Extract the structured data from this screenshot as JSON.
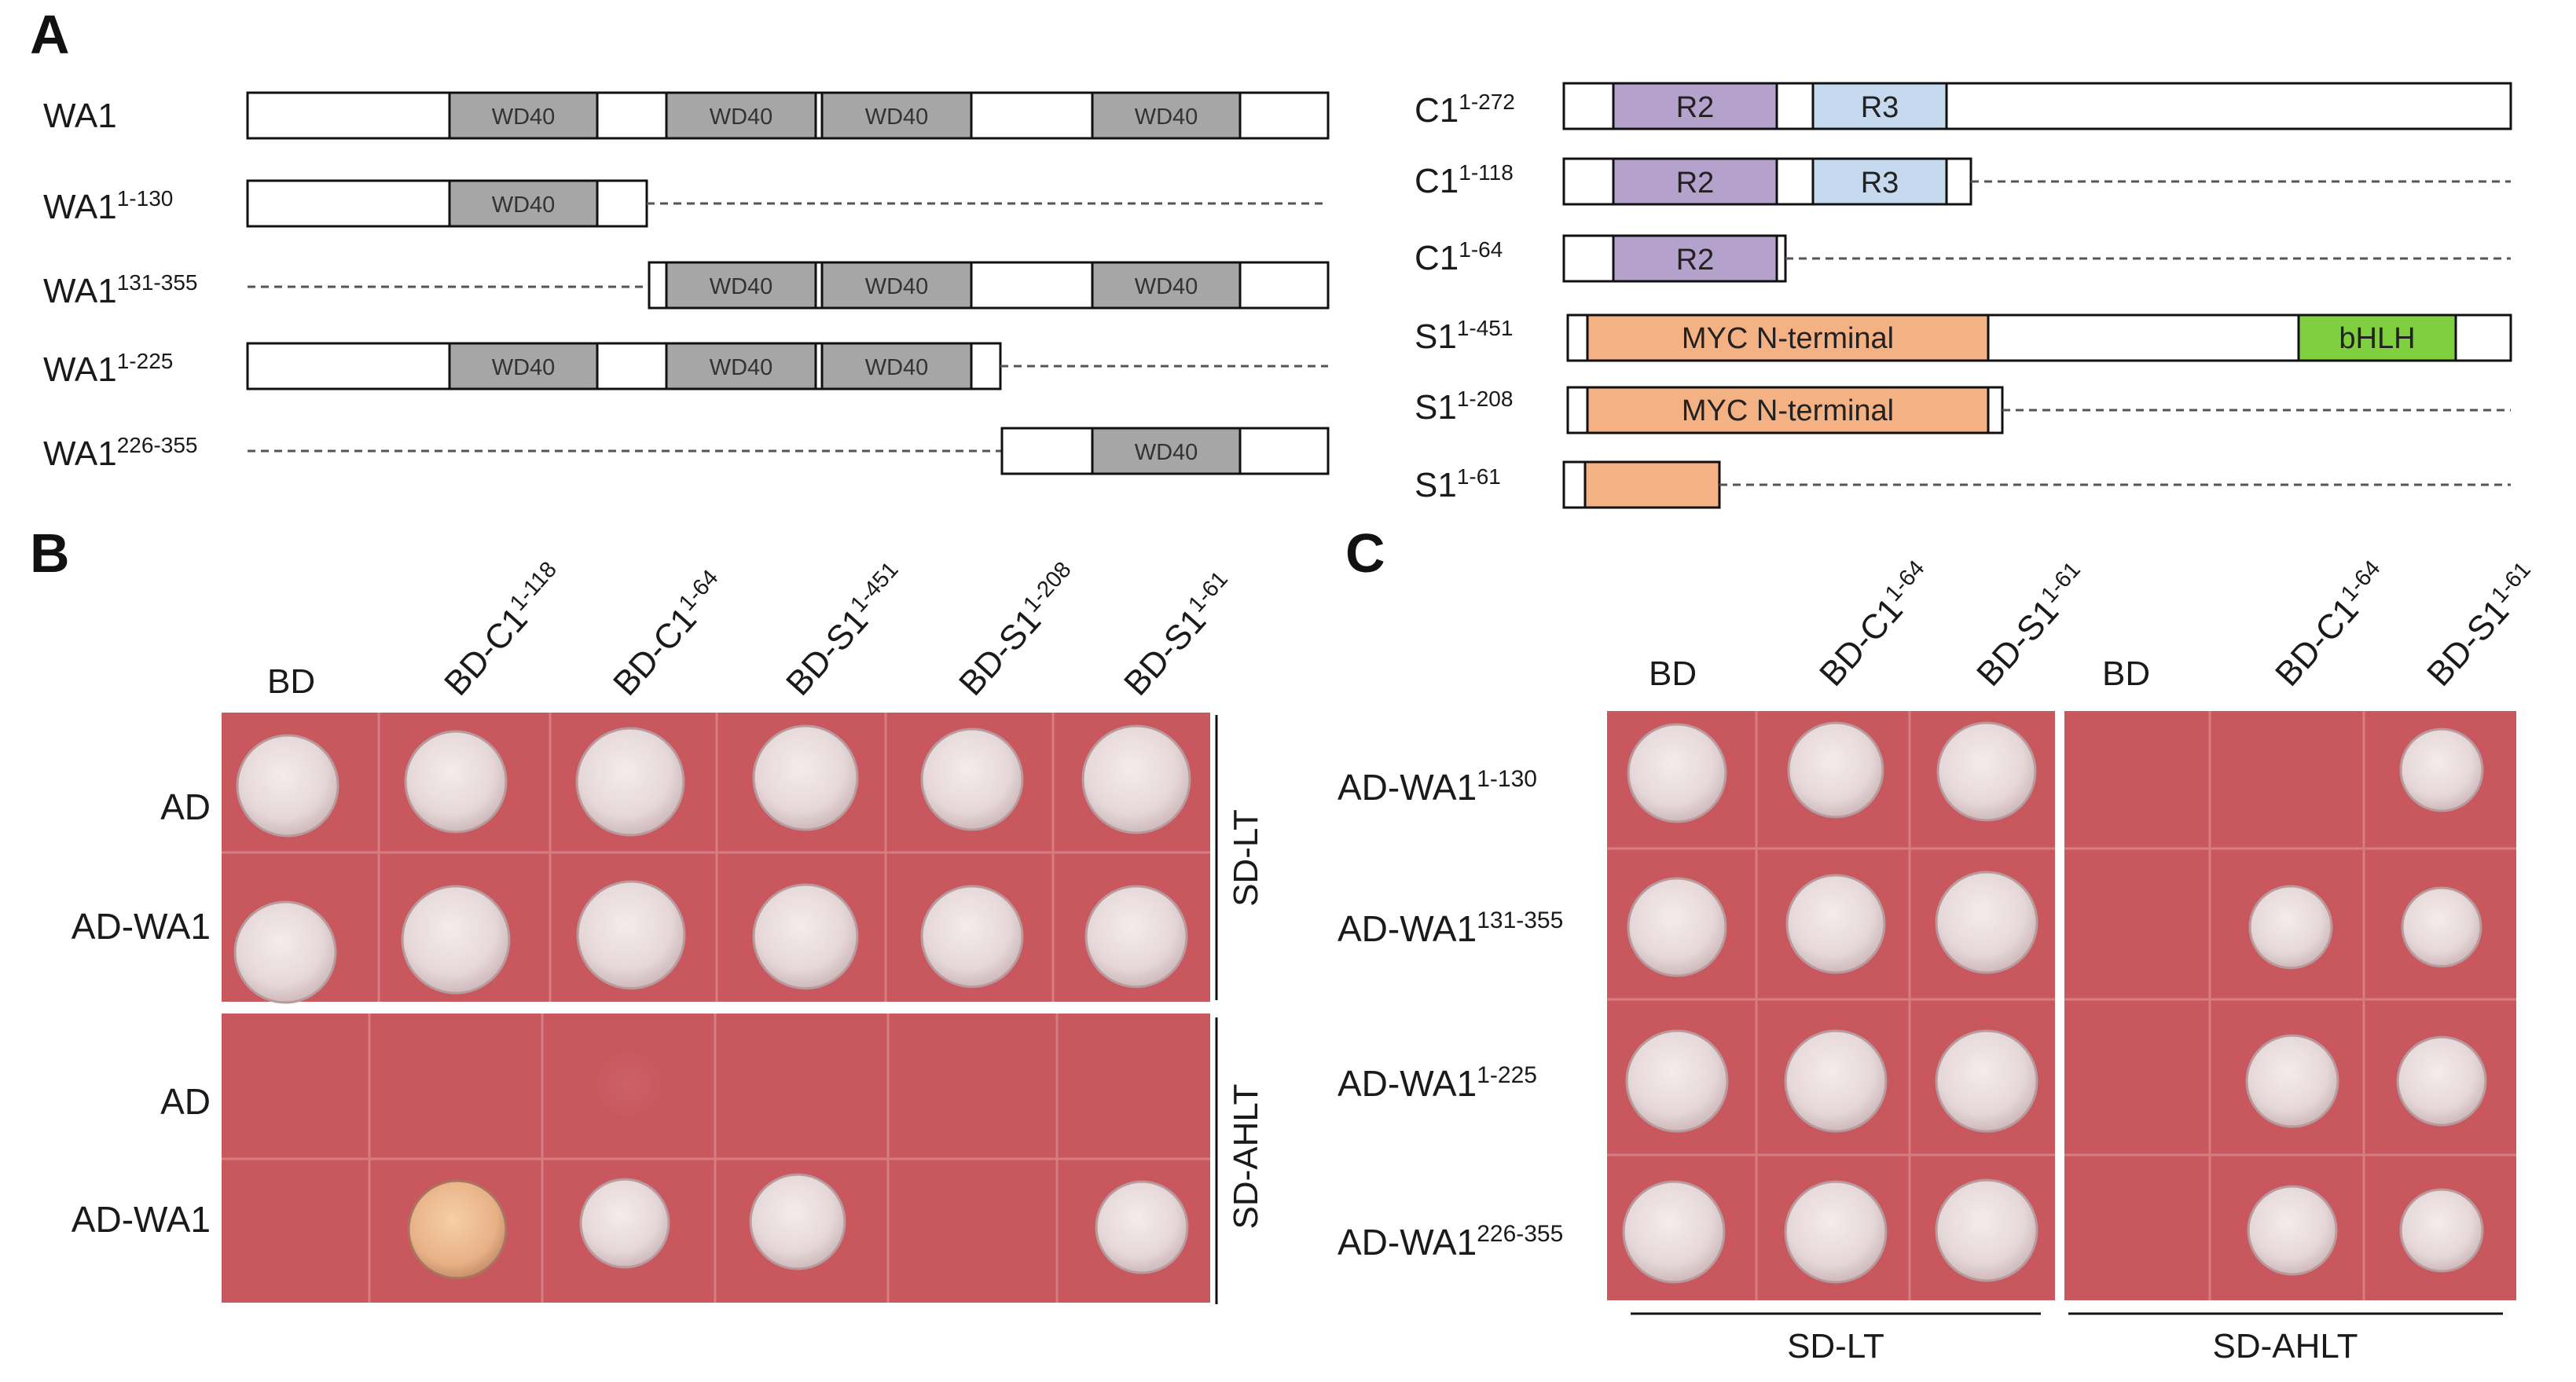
{
  "panels": {
    "a": "A",
    "b": "B",
    "c": "C"
  },
  "domains": {
    "wd40": "WD40",
    "r2": "R2",
    "r3": "R3",
    "myc": "MYC N-terminal",
    "bhlh": "bHLH"
  },
  "constructs": {
    "wa1": {
      "base": "WA1",
      "sup": ""
    },
    "wa1_1_130": {
      "base": "WA1",
      "sup": "1-130"
    },
    "wa1_131_355": {
      "base": "WA1",
      "sup": "131-355"
    },
    "wa1_1_225": {
      "base": "WA1",
      "sup": "1-225"
    },
    "wa1_226_355": {
      "base": "WA1",
      "sup": "226-355"
    },
    "c1_1_272": {
      "base": "C1",
      "sup": "1-272"
    },
    "c1_1_118": {
      "base": "C1",
      "sup": "1-118"
    },
    "c1_1_64": {
      "base": "C1",
      "sup": "1-64"
    },
    "s1_1_451": {
      "base": "S1",
      "sup": "1-451"
    },
    "s1_1_208": {
      "base": "S1",
      "sup": "1-208"
    },
    "s1_1_61": {
      "base": "S1",
      "sup": "1-61"
    }
  },
  "panel_b": {
    "columns": [
      {
        "base": "BD",
        "sup": ""
      },
      {
        "base": "BD-C1",
        "sup": "1-118"
      },
      {
        "base": "BD-C1",
        "sup": "1-64"
      },
      {
        "base": "BD-S1",
        "sup": "1-451"
      },
      {
        "base": "BD-S1",
        "sup": "1-208"
      },
      {
        "base": "BD-S1",
        "sup": "1-61"
      }
    ],
    "rows": [
      "AD",
      "AD-WA1",
      "AD",
      "AD-WA1"
    ],
    "media": [
      "SD-LT",
      "SD-AHLT"
    ]
  },
  "panel_c": {
    "columns": [
      {
        "base": "BD",
        "sup": ""
      },
      {
        "base": "BD-C1",
        "sup": "1-64"
      },
      {
        "base": "BD-S1",
        "sup": "1-61"
      },
      {
        "base": "BD",
        "sup": ""
      },
      {
        "base": "BD-C1",
        "sup": "1-64"
      },
      {
        "base": "BD-S1",
        "sup": "1-61"
      }
    ],
    "rows": [
      {
        "base": "AD-WA1",
        "sup": "1-130"
      },
      {
        "base": "AD-WA1",
        "sup": "131-355"
      },
      {
        "base": "AD-WA1",
        "sup": "1-225"
      },
      {
        "base": "AD-WA1",
        "sup": "226-355"
      }
    ],
    "media": [
      "SD-LT",
      "SD-AHLT"
    ]
  },
  "colors": {
    "wd40": "#a6a6a6",
    "r2": "#b4a2cd",
    "r3": "#c5d9ef",
    "myc": "#f4b183",
    "bhlh": "#7fcf3f",
    "plate": "#c9575e"
  }
}
